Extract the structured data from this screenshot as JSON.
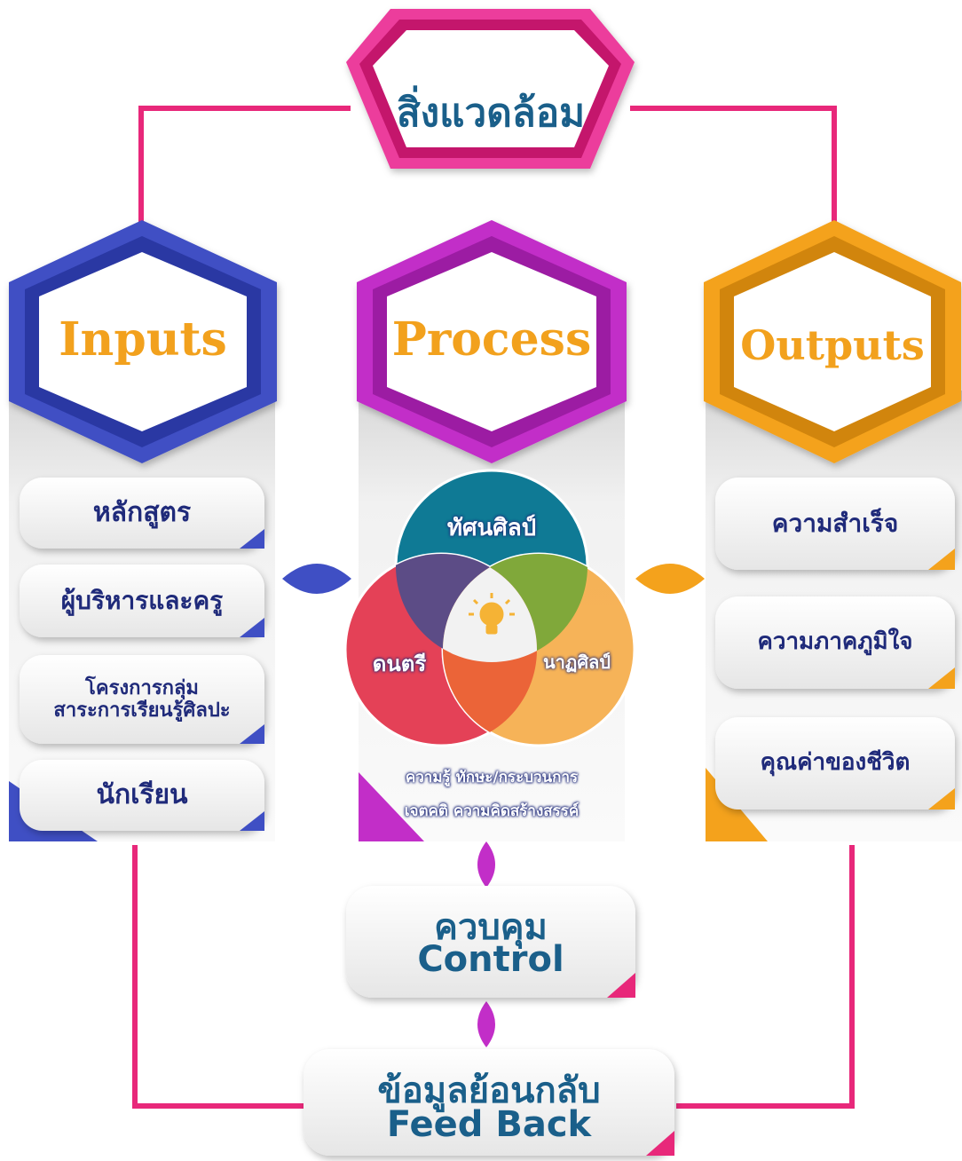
{
  "environment": {
    "label": "สิ่งแวดล้อม"
  },
  "columns": [
    {
      "title": "Inputs",
      "color": "#3f4fc4",
      "items": [
        "หลักสูตร",
        "ผู้บริหารและครู",
        "โครงการกลุ่ม\nสาระการเรียนรู้ศิลปะ",
        "นักเรียน"
      ]
    },
    {
      "title": "Process",
      "color": "#c22ec8",
      "venn": {
        "top": "ทัศนศิลป์",
        "left": "ดนตรี",
        "right": "นาฏศิลป์"
      },
      "notes": [
        "ความรู้  ทักษะ/กระบวนการ",
        "เจตคติ  ความคิดสร้างสรรค์"
      ]
    },
    {
      "title": "Outputs",
      "color": "#f4a21c",
      "items": [
        "ความสำเร็จ",
        "ความภาคภูมิใจ",
        "คุณค่าของชีวิต"
      ]
    }
  ],
  "control": {
    "th": "ควบคุม",
    "en": "Control"
  },
  "feedback": {
    "th": "ข้อมูลย้อนกลับ",
    "en": "Feed Back"
  },
  "colors": {
    "line": "#e8287a",
    "env": "#ec3c9c",
    "venn_top": "#0f7a95",
    "venn_left": "#e2334a",
    "venn_right": "#f5ad4a",
    "text_dark": "#1f2a7a",
    "text_teal": "#1a5f8a"
  }
}
